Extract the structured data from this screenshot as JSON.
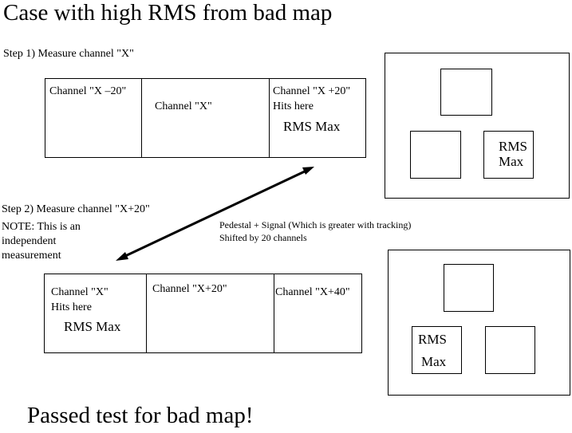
{
  "title": "Case with high RMS from bad map",
  "step1": {
    "label": "Step 1) Measure channel \"X\"",
    "cells": {
      "left": "Channel \"X –20\"",
      "middle": "Channel \"X\"",
      "right_line1": "Channel \"X +20\"",
      "right_line2": "Hits here",
      "right_rms": "RMS Max"
    },
    "panel": {
      "rms_line1": "RMS",
      "rms_line2": "Max"
    }
  },
  "step2": {
    "label": "Step 2) Measure channel \"X+20\"",
    "note_line1": "NOTE: This is an",
    "note_line2": "independent",
    "note_line3": "measurement",
    "cells": {
      "left_line1": "Channel \"X\"",
      "left_line2": "Hits here",
      "left_rms": "RMS Max",
      "middle": "Channel \"X+20\"",
      "right": "Channel \"X+40\""
    },
    "panel": {
      "rms_line1": "RMS",
      "rms_line2": "Max"
    }
  },
  "arrow_note": {
    "line1": "Pedestal + Signal (Which is greater with tracking)",
    "line2": "Shifted by 20 channels"
  },
  "result": "Passed test for bad map!"
}
